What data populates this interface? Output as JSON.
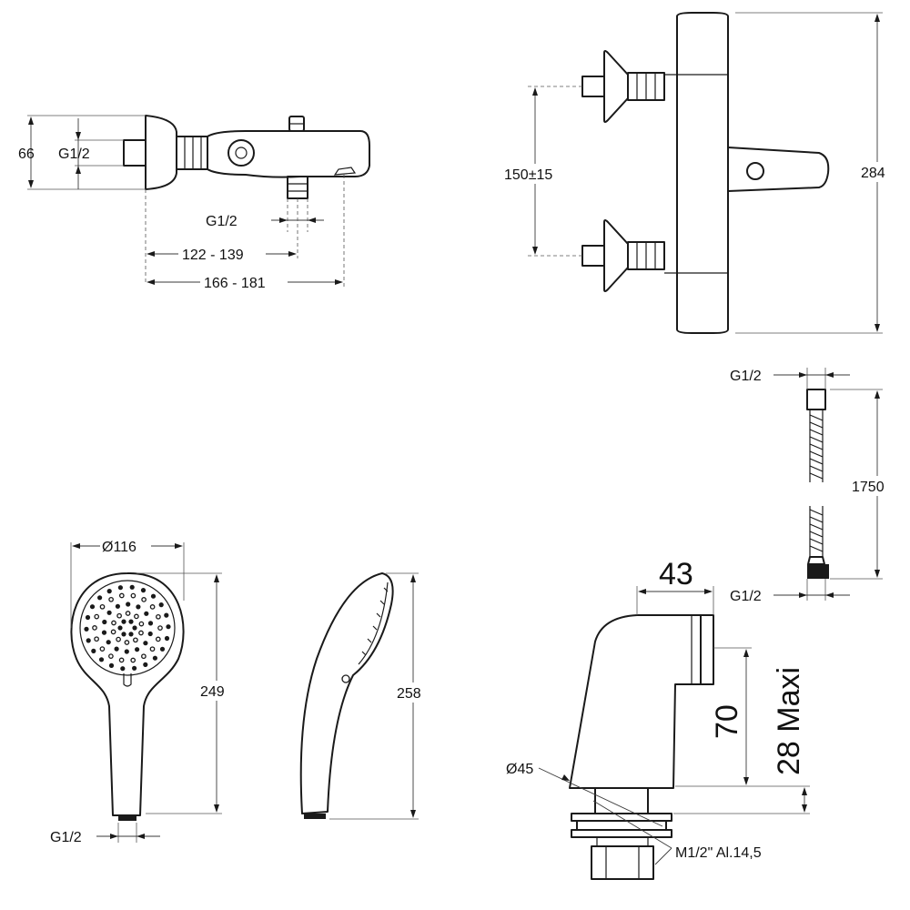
{
  "views": {
    "side_mixer": {
      "height": "66",
      "inlet_thread": "G1/2",
      "outlet_thread": "G1/2",
      "depth_range_outlet": "122 - 139",
      "depth_range_total": "166 - 181"
    },
    "front_mixer": {
      "inlet_spacing": "150±15",
      "height": "284"
    },
    "hose": {
      "top_thread": "G1/2",
      "length": "1750",
      "bottom_thread": "G1/2"
    },
    "hand_shower_front": {
      "diameter": "Ø116",
      "length": "249",
      "thread": "G1/2"
    },
    "hand_shower_side": {
      "length": "258"
    },
    "connector": {
      "width": "43",
      "height": "70",
      "max_thickness": "28 Maxi",
      "diameter": "Ø45",
      "thread": "M1/2\" Al.14,5"
    }
  }
}
